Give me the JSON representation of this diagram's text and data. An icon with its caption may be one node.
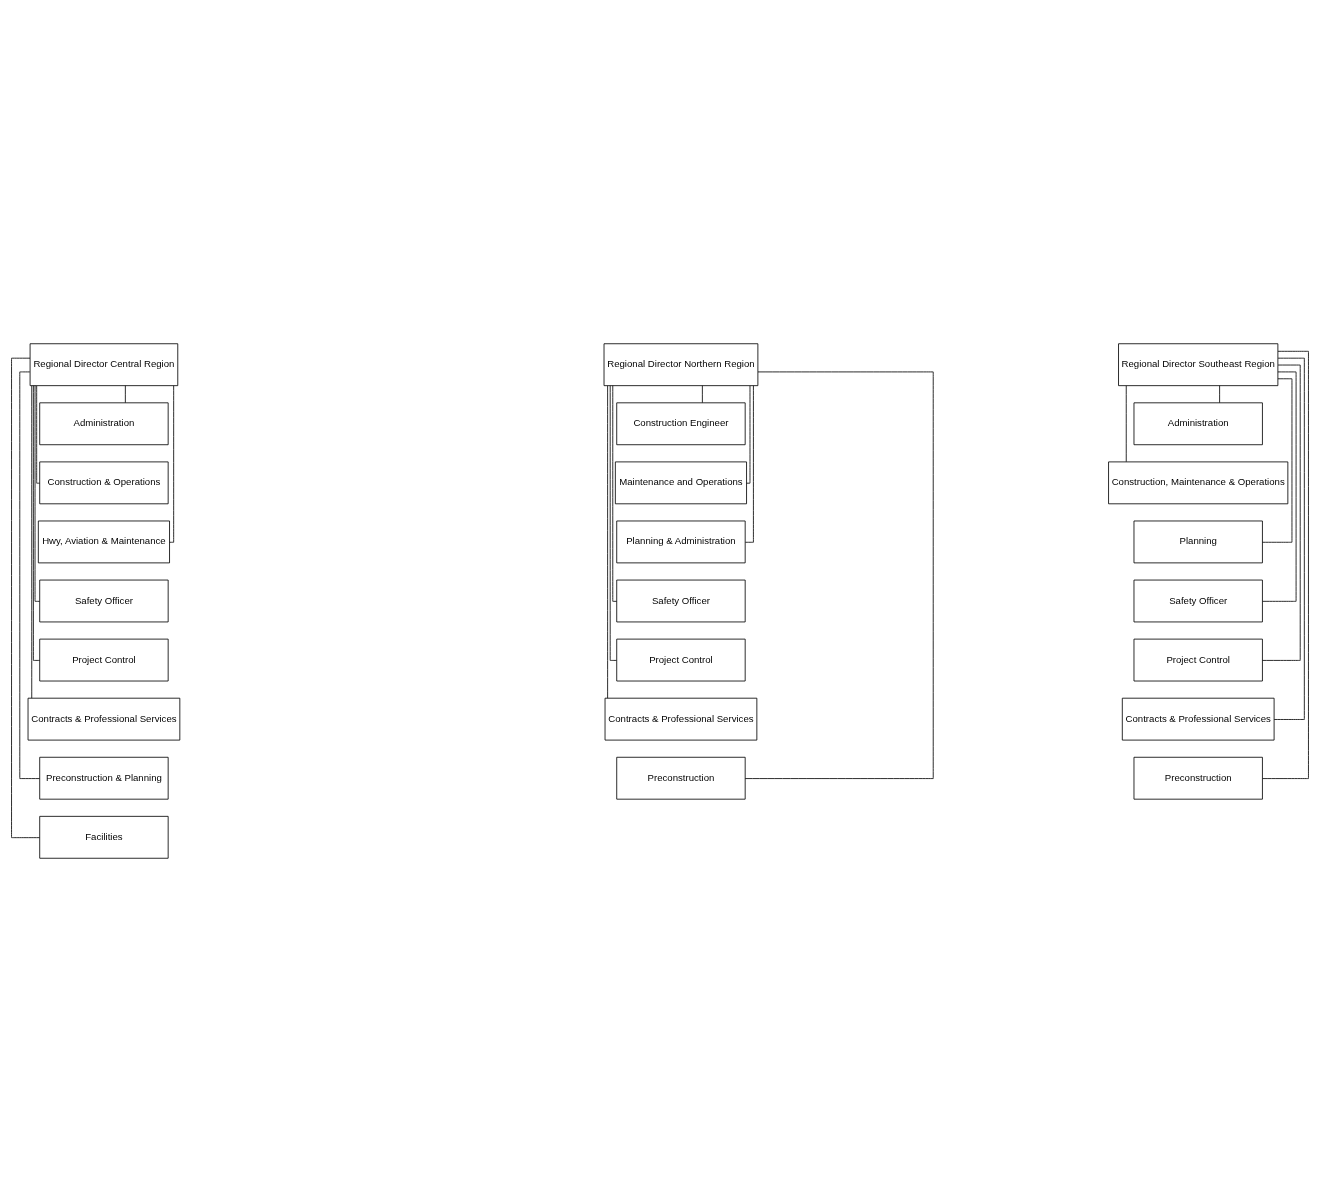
{
  "diagram": {
    "nodes": [
      {
        "text": [
          "Regional Director Central Region"
        ]
      },
      {
        "text": [
          "Administration"
        ]
      },
      {
        "text": [
          "Construction & Operations"
        ]
      },
      {
        "text": [
          "Hwy, Aviation & Maintenance"
        ]
      },
      {
        "text": [
          "Safety Officer"
        ]
      },
      {
        "text": [
          "Project Control"
        ]
      },
      {
        "text": [
          "Contracts & Professional Services"
        ]
      },
      {
        "text": [
          "Preconstruction & Planning"
        ]
      },
      {
        "text": [
          "Facilities"
        ]
      },
      {
        "text": [
          "Regional Director Northern Region"
        ]
      },
      {
        "text": [
          "Construction Engineer"
        ]
      },
      {
        "text": [
          "Maintenance and Operations"
        ]
      },
      {
        "text": [
          "Planning & Administration"
        ]
      },
      {
        "text": [
          "Safety Officer"
        ]
      },
      {
        "text": [
          "Project Control"
        ]
      },
      {
        "text": [
          "Contracts & Professional Services"
        ]
      },
      {
        "text": [
          "Preconstruction"
        ]
      },
      {
        "text": [
          "Regional Director Southeast Region"
        ]
      },
      {
        "text": [
          "Administration"
        ]
      },
      {
        "text": [
          "Construction, Maintenance & Operations"
        ]
      },
      {
        "text": [
          "Planning"
        ]
      },
      {
        "text": [
          "Safety Officer"
        ]
      },
      {
        "text": [
          "Project Control"
        ]
      },
      {
        "text": [
          "Contracts & Professional Services"
        ]
      },
      {
        "text": [
          "Preconstruction"
        ]
      }
    ],
    "edges": [
      {
        "from": 0,
        "to": 1,
        "arrow": "none"
      },
      {
        "from": 0,
        "to": 2,
        "arrow": "none"
      },
      {
        "from": 0,
        "to": 3,
        "arrow": "none"
      },
      {
        "from": 0,
        "to": 4,
        "arrow": "none"
      },
      {
        "from": 0,
        "to": 5,
        "arrow": "none"
      },
      {
        "from": 0,
        "to": 6,
        "arrow": "none"
      },
      {
        "from": 0,
        "to": 7,
        "arrow": "none"
      },
      {
        "from": 0,
        "to": 8,
        "arrow": "none"
      },
      {
        "from": 9,
        "to": 10,
        "arrow": "none"
      },
      {
        "from": 9,
        "to": 11,
        "arrow": "none"
      },
      {
        "from": 9,
        "to": 12,
        "arrow": "none"
      },
      {
        "from": 9,
        "to": 13,
        "arrow": "none"
      },
      {
        "from": 9,
        "to": 14,
        "arrow": "none"
      },
      {
        "from": 9,
        "to": 15,
        "arrow": "none"
      },
      {
        "from": 9,
        "to": 16,
        "arrow": "none"
      },
      {
        "from": 17,
        "to": 18,
        "arrow": "none"
      },
      {
        "from": 17,
        "to": 19,
        "arrow": "none"
      },
      {
        "from": 17,
        "to": 20,
        "arrow": "none"
      },
      {
        "from": 17,
        "to": 21,
        "arrow": "none"
      },
      {
        "from": 17,
        "to": 22,
        "arrow": "none"
      },
      {
        "from": 17,
        "to": 23,
        "arrow": "none"
      },
      {
        "from": 17,
        "to": 24,
        "arrow": "none"
      }
    ]
  }
}
